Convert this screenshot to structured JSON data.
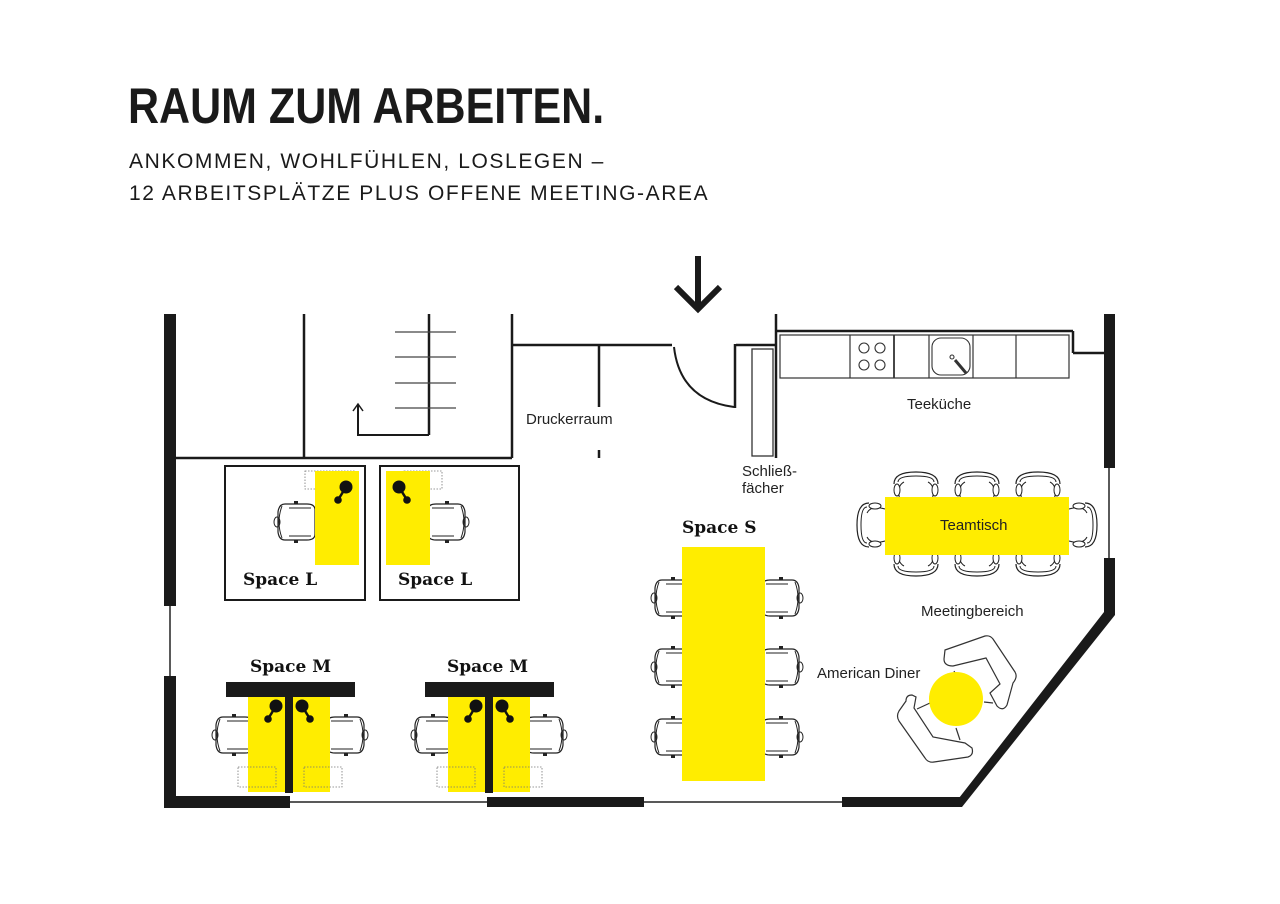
{
  "header": {
    "title": "RAUM ZUM ARBEITEN.",
    "subtitle_line1": "ANKOMMEN, WOHLFÜHLEN, LOSLEGEN –",
    "subtitle_line2": "12 ARBEITSPLÄTZE PLUS OFFENE MEETING-AREA"
  },
  "floorplan": {
    "entrance_icon": "arrow-down-icon",
    "rooms": {
      "printer_room": "Druckerraum",
      "tea_kitchen": "Teeküche",
      "lockers_line1": "Schließ-",
      "lockers_line2": "fächer",
      "team_table": "Teamtisch",
      "meeting_area": "Meetingbereich",
      "american_diner": "American Diner"
    },
    "spaces": {
      "space_l_1": "Space L",
      "space_l_2": "Space L",
      "space_m_1": "Space M",
      "space_m_2": "Space M",
      "space_s": "Space S"
    },
    "colors": {
      "accent_yellow": "#ffed00",
      "wall": "#1a1a1a",
      "background": "#ffffff"
    }
  }
}
